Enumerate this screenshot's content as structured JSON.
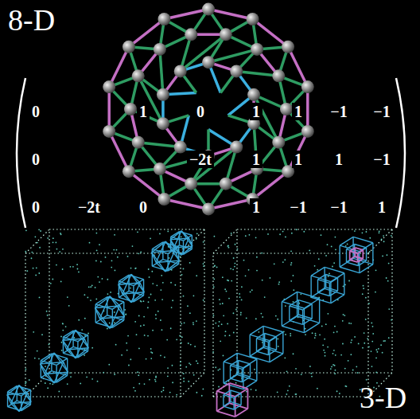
{
  "diagram": {
    "labels": [
      "8-D",
      "0",
      "1",
      "0",
      "1",
      "1",
      "−1",
      "−1",
      "0",
      "−2t",
      "1",
      "1",
      "1",
      "−1",
      "0",
      "−2t",
      "0",
      "1",
      "−1",
      "−1",
      "1",
      "3-D"
    ]
  }
}
